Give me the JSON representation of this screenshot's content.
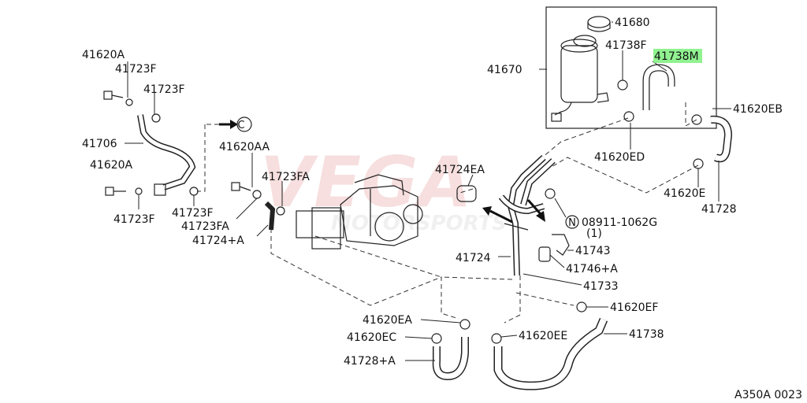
{
  "watermark": {
    "line1": "VEGA",
    "line2": "MOTORSPORTS"
  },
  "diagram_id": "A350A 0023",
  "highlight_color": "#7cf07c",
  "labels": {
    "p41680": "41680",
    "p41670": "41670",
    "p41738F": "41738F",
    "p41738M": "41738M",
    "p41620EB": "41620EB",
    "p41620ED": "41620ED",
    "p41620E": "41620E",
    "p41728": "41728",
    "p41620A_top": "41620A",
    "p41723F_1": "41723F",
    "p41723F_2": "41723F",
    "p41706": "41706",
    "p41620A_mid": "41620A",
    "p41723F_3": "41723F",
    "p41723F_4": "41723F",
    "circleC": "C",
    "p41620AA": "41620AA",
    "p41723FA_1": "41723FA",
    "p41723FA_2": "41723FA",
    "p41724A": "41724+A",
    "p41724EA": "41724EA",
    "nutN": "N",
    "p08911": "08911-1062G",
    "qty1": "(1)",
    "p41743": "41743",
    "p41746A": "41746+A",
    "p41724": "41724",
    "p41733": "41733",
    "p41620EF": "41620EF",
    "p41620EA": "41620EA",
    "p41620EC": "41620EC",
    "p41728A": "41728+A",
    "p41620EE": "41620EE",
    "p41738": "41738"
  }
}
